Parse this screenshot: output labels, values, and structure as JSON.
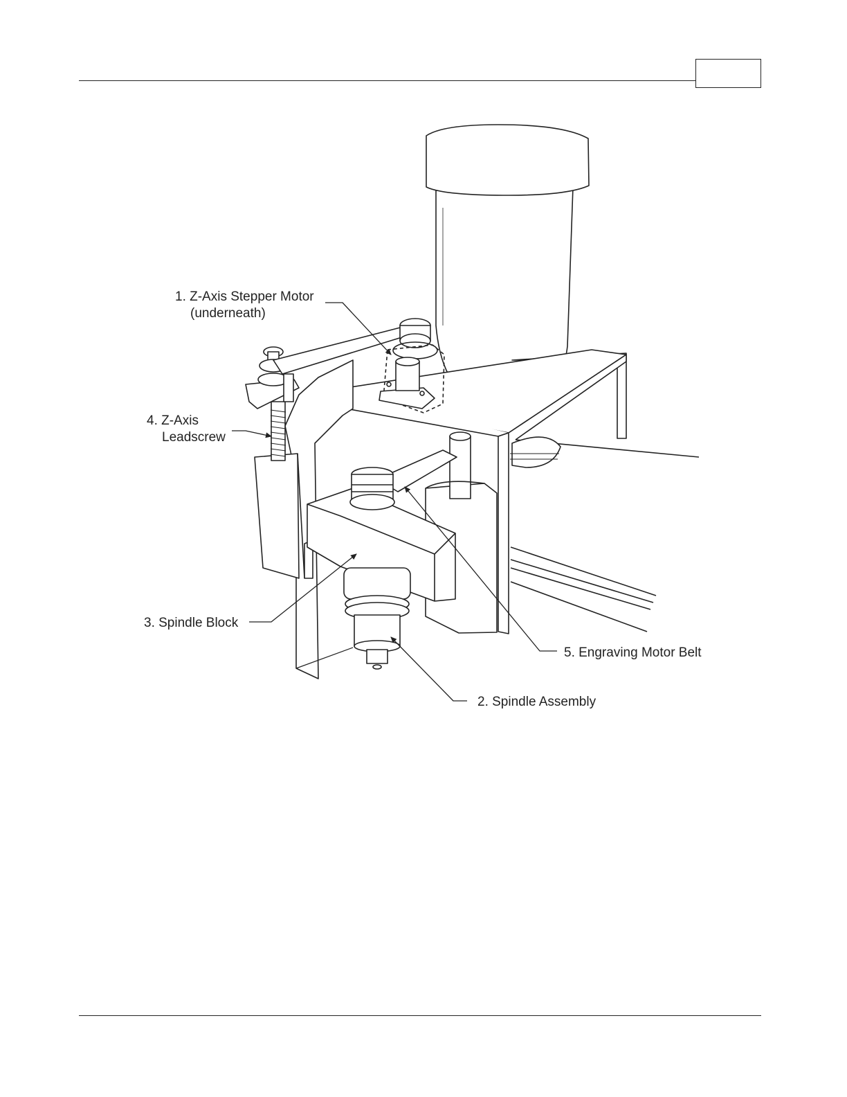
{
  "header": {
    "page_number": ""
  },
  "figure": {
    "callouts": {
      "c1_line1": "1. Z-Axis Stepper Motor",
      "c1_line2": "(underneath)",
      "c2": "2. Spindle Assembly",
      "c3": "3. Spindle Block",
      "c4_line1": "4. Z-Axis",
      "c4_line2": "Leadscrew",
      "c5": "5. Engraving Motor Belt"
    }
  }
}
